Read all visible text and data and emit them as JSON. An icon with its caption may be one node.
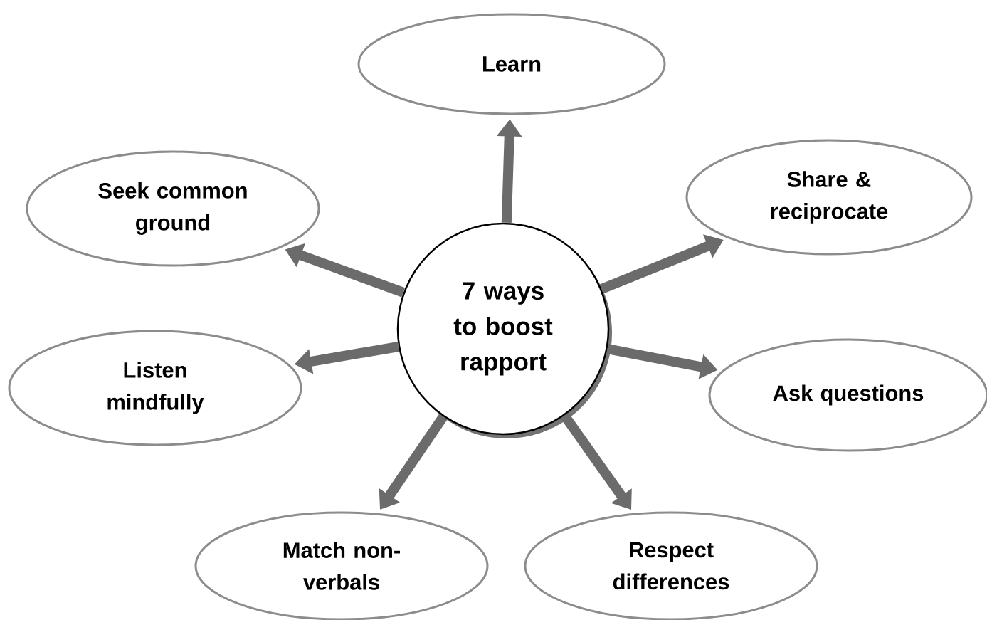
{
  "diagram": {
    "nodes": [
      {
        "text": [
          "7 ways to boost rapport"
        ]
      },
      {
        "text": [
          "Learn"
        ]
      },
      {
        "text": [
          "Share & reciprocate"
        ]
      },
      {
        "text": [
          "Ask questions"
        ]
      },
      {
        "text": [
          "Respect differences"
        ]
      },
      {
        "text": [
          "Match non-verbals"
        ]
      },
      {
        "text": [
          "Listen mindfully"
        ]
      },
      {
        "text": [
          "Seek common ground"
        ]
      }
    ],
    "edges": [
      {
        "from": 0,
        "to": 1,
        "arrow": "to"
      },
      {
        "from": 0,
        "to": 2,
        "arrow": "to"
      },
      {
        "from": 0,
        "to": 3,
        "arrow": "to"
      },
      {
        "from": 0,
        "to": 4,
        "arrow": "to"
      },
      {
        "from": 0,
        "to": 5,
        "arrow": "to"
      },
      {
        "from": 0,
        "to": 6,
        "arrow": "to"
      },
      {
        "from": 0,
        "to": 7,
        "arrow": "to"
      }
    ]
  }
}
